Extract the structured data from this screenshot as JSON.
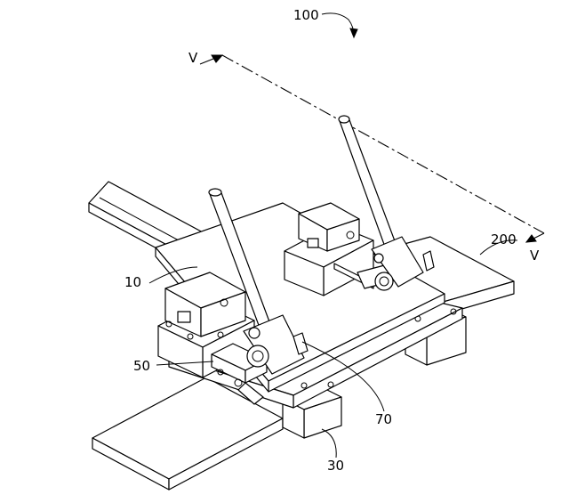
{
  "figure": {
    "assembly_label": "100",
    "section_labels": [
      "V",
      "V"
    ],
    "part_labels": {
      "base_plate": "10",
      "right_plate": "200",
      "latch": "50",
      "clamp": "70",
      "lower_slide": "30"
    }
  }
}
